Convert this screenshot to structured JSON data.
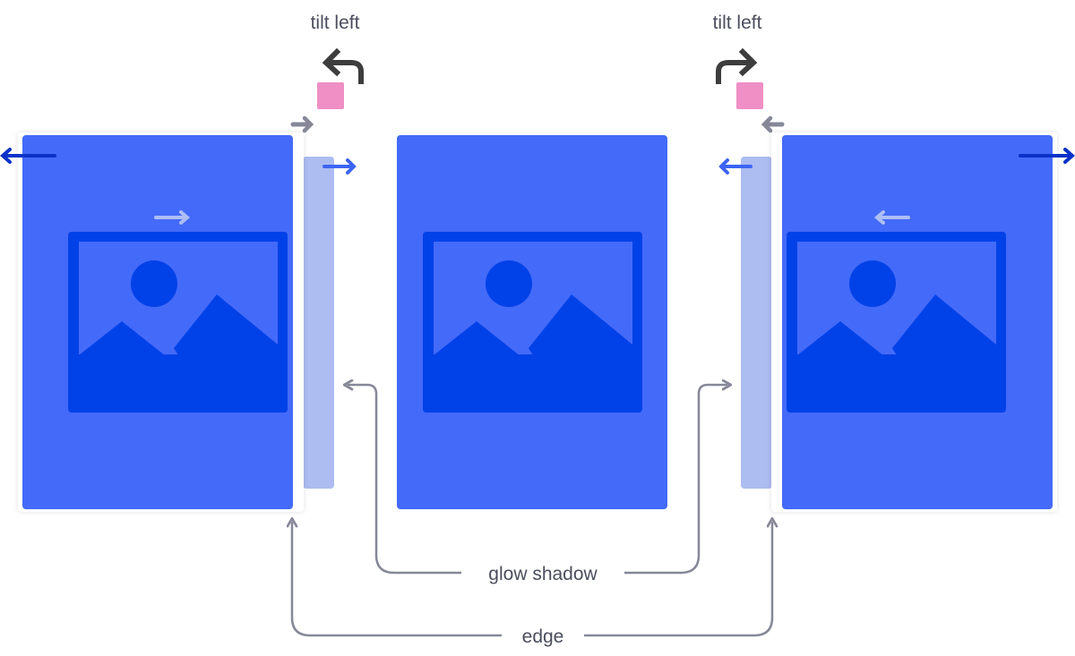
{
  "labels": {
    "tilt_left_1": "tilt left",
    "tilt_left_2": "tilt left",
    "glow_shadow": "glow shadow",
    "edge": "edge"
  },
  "colors": {
    "card": "#446af9",
    "image": "#0042e8",
    "glow": "#adbcf1",
    "pink": "#ef8fc5",
    "connector": "#868898",
    "curved_arrow": "#3d3d3d",
    "dark_arrow": "#0a32c8",
    "blue_arrow": "#3d64f5"
  }
}
